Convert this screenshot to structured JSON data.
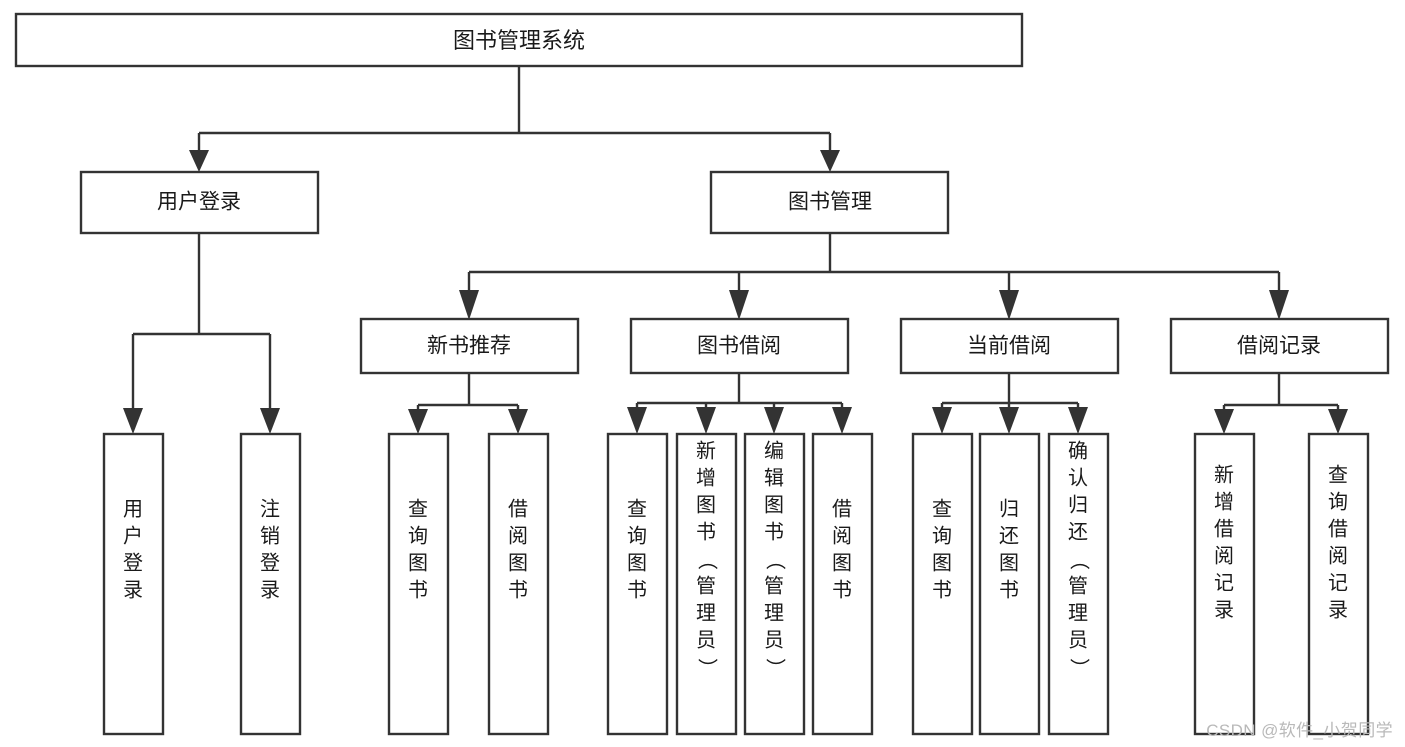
{
  "diagram": {
    "title": "图书管理系统",
    "type": "hierarchy-tree",
    "theme": {
      "background": "#ffffff",
      "box_fill": "#ffffff",
      "box_stroke": "#333333",
      "text_color": "#1a1a1a",
      "watermark_color": "#b9b9b9"
    },
    "root": {
      "label": "图书管理系统"
    },
    "level2": [
      {
        "label": "用户登录"
      },
      {
        "label": "图书管理"
      }
    ],
    "level3": [
      {
        "label": "新书推荐"
      },
      {
        "label": "图书借阅"
      },
      {
        "label": "当前借阅"
      },
      {
        "label": "借阅记录"
      }
    ],
    "leaves": {
      "user_login": [
        {
          "label": "用户登录"
        },
        {
          "label": "注销登录"
        }
      ],
      "new_book_recommend": [
        {
          "label": "查询图书"
        },
        {
          "label": "借阅图书"
        }
      ],
      "book_borrow": [
        {
          "label": "查询图书"
        },
        {
          "label": "新增图书（管理员）"
        },
        {
          "label": "编辑图书（管理员）"
        },
        {
          "label": "借阅图书"
        }
      ],
      "current_borrow": [
        {
          "label": "查询图书"
        },
        {
          "label": "归还图书"
        },
        {
          "label": "确认归还（管理员）"
        }
      ],
      "borrow_record": [
        {
          "label": "新增借阅记录"
        },
        {
          "label": "查询借阅记录"
        }
      ]
    }
  },
  "watermark": {
    "text": "CSDN @软件_小贺同学"
  }
}
